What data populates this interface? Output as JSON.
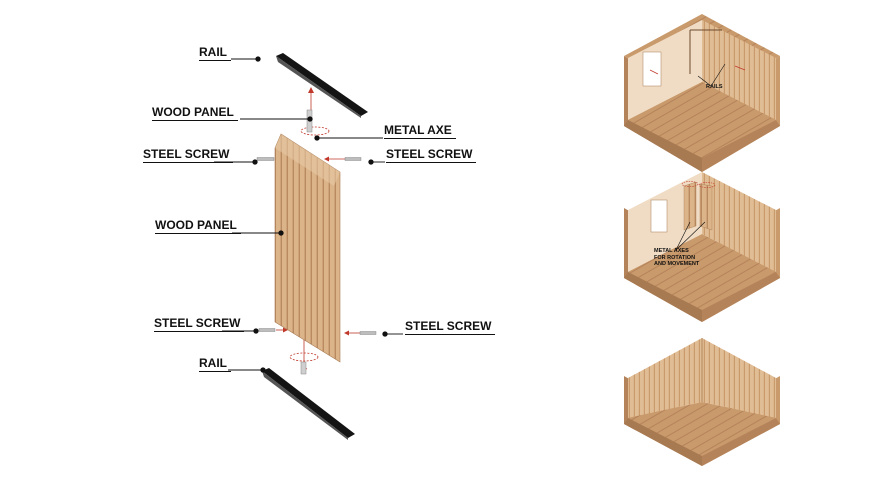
{
  "exploded_view": {
    "rail_top": "RAIL",
    "wood_panel_top": "WOOD PANEL",
    "metal_axe": "METAL AXE",
    "steel_screw_top_left": "STEEL SCREW",
    "steel_screw_top_right": "STEEL SCREW",
    "wood_panel_mid": "WOOD PANEL",
    "steel_screw_bottom_left": "STEEL SCREW",
    "steel_screw_bottom_right": "STEEL SCREW",
    "rail_bottom": "RAIL"
  },
  "room_views": {
    "top_label": "RAILS",
    "middle_label_lines": [
      "METAL AXES",
      "FOR ROTATION",
      "AND MOVEMENT"
    ]
  },
  "colors": {
    "wood_light": "#dcb48a",
    "wood_mid": "#c99a6b",
    "wood_dark": "#b5835a",
    "rail": "#141414",
    "arrow_red": "#c0392b"
  }
}
